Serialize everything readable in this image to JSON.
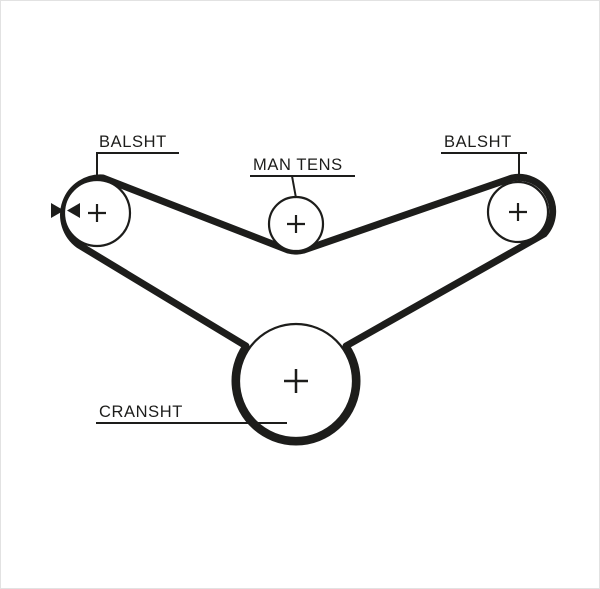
{
  "diagram": {
    "kind": "timing-belt-routing-diagram",
    "background_color": "#ffffff",
    "line_color": "#1d1d1b",
    "labels": {
      "left_balance_shaft": "BALSHT",
      "manual_tensioner": "MAN TENS",
      "right_balance_shaft": "BALSHT",
      "crankshaft": "CRANSHT"
    },
    "icons": [
      {
        "name": "arrow-right-icon",
        "meaning": "belt direction marker"
      },
      {
        "name": "arrow-left-icon",
        "meaning": "belt direction marker"
      }
    ],
    "parts": [
      {
        "name": "left-balance-shaft-pulley",
        "label": "BALSHT"
      },
      {
        "name": "manual-tensioner-pulley",
        "label": "MAN TENS"
      },
      {
        "name": "right-balance-shaft-pulley",
        "label": "BALSHT"
      },
      {
        "name": "crankshaft-pulley",
        "label": "CRANSHT"
      }
    ]
  }
}
